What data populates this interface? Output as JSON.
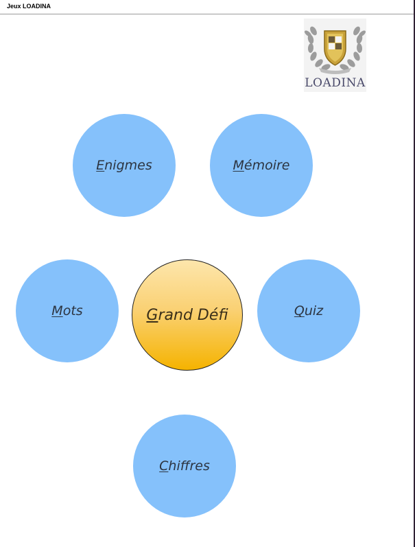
{
  "window": {
    "title": "Jeux LOADINA"
  },
  "logo": {
    "word": "LOADINA"
  },
  "games": [
    {
      "key": "enigmes",
      "mnemonic": "E",
      "rest": "nigmes"
    },
    {
      "key": "memoire",
      "mnemonic": "M",
      "rest": "émoire"
    },
    {
      "key": "mots",
      "mnemonic": "M",
      "rest": "ots"
    },
    {
      "key": "grand_defi",
      "mnemonic": "G",
      "rest": "rand Défi"
    },
    {
      "key": "quiz",
      "mnemonic": "Q",
      "rest": "uiz"
    },
    {
      "key": "chiffres",
      "mnemonic": "C",
      "rest": "hiffres"
    }
  ],
  "colors": {
    "circle": "#85c1fb",
    "grand_top": "#fde6ac",
    "grand_bottom": "#f5b300",
    "text": "#2c3440"
  }
}
